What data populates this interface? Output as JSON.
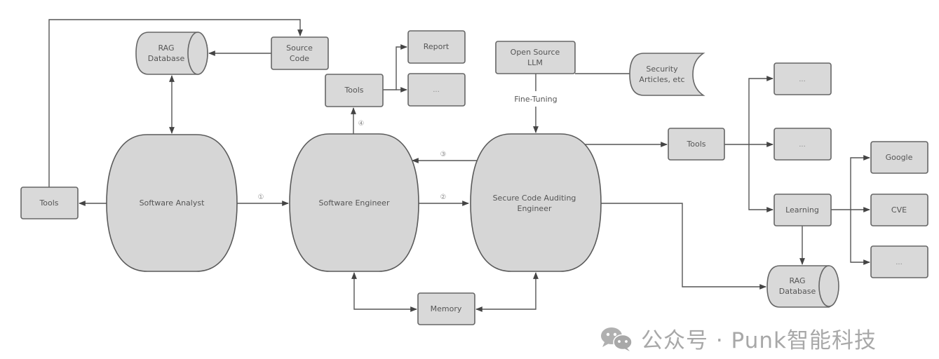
{
  "nodes": {
    "rag_db_top": {
      "label_line1": "RAG",
      "label_line2": "Database"
    },
    "source_code": {
      "label_line1": "Source",
      "label_line2": "Code"
    },
    "tools_left": {
      "label": "Tools"
    },
    "software_analyst": {
      "label": "Software Analyst"
    },
    "software_engineer": {
      "label": "Software Engineer"
    },
    "scae": {
      "label_line1": "Secure Code Auditing",
      "label_line2": "Engineer"
    },
    "tools_top": {
      "label": "Tools"
    },
    "report": {
      "label": "Report"
    },
    "ellipsis_top": {
      "label": "..."
    },
    "open_source_llm": {
      "label_line1": "Open Source",
      "label_line2": "LLM"
    },
    "security_articles": {
      "label_line1": "Security",
      "label_line2": "Articles, etc"
    },
    "tools_right": {
      "label": "Tools"
    },
    "ellipsis_r1": {
      "label": "..."
    },
    "ellipsis_r2": {
      "label": "..."
    },
    "learning": {
      "label": "Learning"
    },
    "google": {
      "label": "Google"
    },
    "cve": {
      "label": "CVE"
    },
    "ellipsis_r3": {
      "label": "..."
    },
    "rag_db_bottom": {
      "label_line1": "RAG",
      "label_line2": "Database"
    },
    "memory": {
      "label": "Memory"
    }
  },
  "edge_labels": {
    "step1": "①",
    "step2": "②",
    "step3": "③",
    "step4": "④",
    "fine_tuning": "Fine-Tuning"
  },
  "edges": [
    {
      "from": "source_code",
      "to": "rag_db_top"
    },
    {
      "from": "tools_left",
      "to": "source_code"
    },
    {
      "from": "rag_db_top",
      "to": "software_analyst",
      "bidirectional": true
    },
    {
      "from": "software_analyst",
      "to": "tools_left"
    },
    {
      "from": "software_analyst",
      "to": "software_engineer",
      "label": "①"
    },
    {
      "from": "software_engineer",
      "to": "scae",
      "label": "②"
    },
    {
      "from": "scae",
      "to": "software_engineer",
      "label": "③"
    },
    {
      "from": "software_engineer",
      "to": "tools_top",
      "label": "④"
    },
    {
      "from": "tools_top",
      "to": "report"
    },
    {
      "from": "tools_top",
      "to": "ellipsis_top"
    },
    {
      "from": "open_source_llm",
      "to": "scae",
      "label": "Fine-Tuning"
    },
    {
      "from": "security_articles",
      "to": "open_source_llm"
    },
    {
      "from": "scae",
      "to": "tools_right"
    },
    {
      "from": "tools_right",
      "to": "ellipsis_r1"
    },
    {
      "from": "tools_right",
      "to": "ellipsis_r2"
    },
    {
      "from": "tools_right",
      "to": "learning"
    },
    {
      "from": "learning",
      "to": "google"
    },
    {
      "from": "learning",
      "to": "cve"
    },
    {
      "from": "learning",
      "to": "ellipsis_r3"
    },
    {
      "from": "learning",
      "to": "rag_db_bottom"
    },
    {
      "from": "scae",
      "to": "rag_db_bottom"
    },
    {
      "from": "software_engineer",
      "to": "memory",
      "bidirectional": true
    },
    {
      "from": "scae",
      "to": "memory",
      "bidirectional": true
    }
  ],
  "watermark": {
    "icon": "wechat-icon",
    "text": "公众号 · Punk智能科技"
  },
  "colors": {
    "node_fill": "#d9d9d9",
    "node_stroke": "#666666",
    "edge": "#555555",
    "text": "#555555",
    "watermark": "#a8a8a8"
  }
}
